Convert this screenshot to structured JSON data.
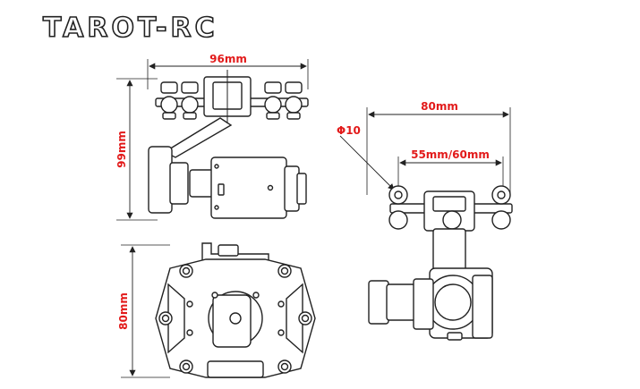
{
  "brand": {
    "logo_text": "TAROT-RC"
  },
  "dimensions": {
    "top_width": "96mm",
    "side_height": "99mm",
    "bottom_height": "80mm",
    "front_width": "80mm",
    "front_mount_spacing": "55mm/60mm",
    "front_hole_diameter": "Φ10"
  },
  "colors": {
    "dimension_text": "#e21a1a",
    "line": "#222222",
    "fill": "#ffffff"
  }
}
